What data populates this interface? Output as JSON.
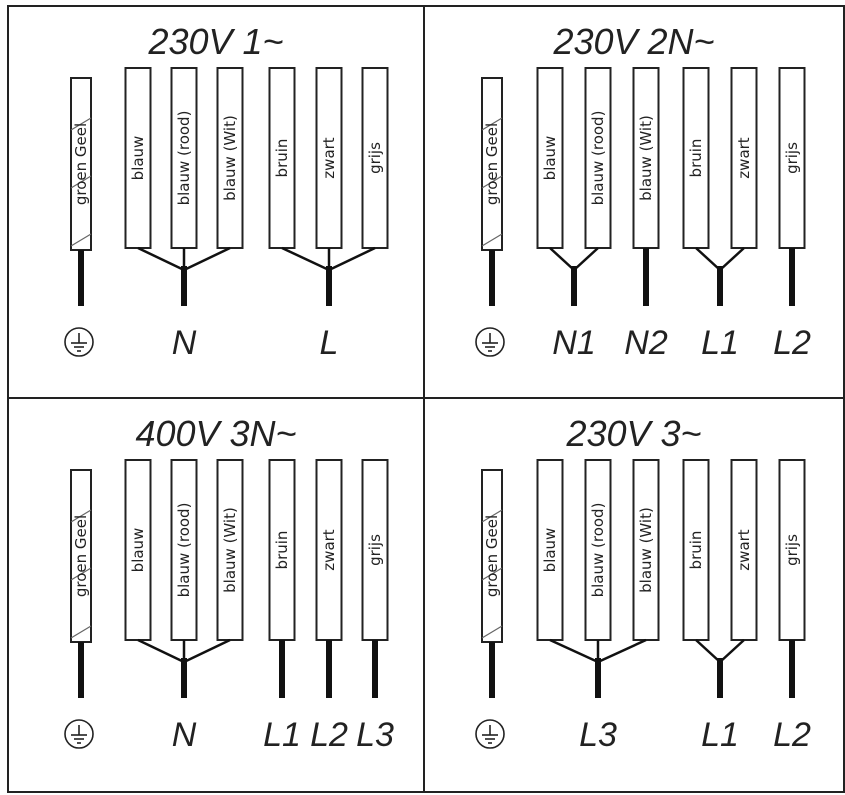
{
  "panels": [
    {
      "title": "230V 1~",
      "wires": [
        "groen Geel",
        "blauw",
        "blauw (rood)",
        "blauw (Wit)",
        "bruin",
        "zwart",
        "grijs"
      ],
      "groups": [
        [
          1,
          2,
          3
        ],
        [
          4,
          5,
          6
        ]
      ],
      "terminals": [
        {
          "label": "N",
          "group": 0
        },
        {
          "label": "L",
          "group": 1
        }
      ]
    },
    {
      "title": "230V 2N~",
      "wires": [
        "groen Geel",
        "blauw",
        "blauw (rood)",
        "blauw (Wit)",
        "bruin",
        "zwart",
        "grijs"
      ],
      "groups": [
        [
          1,
          2
        ],
        [
          3
        ],
        [
          4,
          5
        ],
        [
          6
        ]
      ],
      "terminals": [
        {
          "label": "N1",
          "group": 0
        },
        {
          "label": "N2",
          "group": 1
        },
        {
          "label": "L1",
          "group": 2
        },
        {
          "label": "L2",
          "group": 3
        }
      ]
    },
    {
      "title": "400V 3N~",
      "wires": [
        "groen Geel",
        "blauw",
        "blauw (rood)",
        "blauw (Wit)",
        "bruin",
        "zwart",
        "grijs"
      ],
      "groups": [
        [
          1,
          2,
          3
        ],
        [
          4
        ],
        [
          5
        ],
        [
          6
        ]
      ],
      "terminals": [
        {
          "label": "N",
          "group": 0
        },
        {
          "label": "L1",
          "group": 1
        },
        {
          "label": "L2",
          "group": 2
        },
        {
          "label": "L3",
          "group": 3
        }
      ]
    },
    {
      "title": "230V 3~",
      "wires": [
        "groen Geel",
        "blauw",
        "blauw (rood)",
        "blauw (Wit)",
        "bruin",
        "zwart",
        "grijs"
      ],
      "groups": [
        [
          1,
          2,
          3
        ],
        [
          4,
          5
        ],
        [
          6
        ]
      ],
      "terminals": [
        {
          "label": "L3",
          "group": 0
        },
        {
          "label": "L1",
          "group": 1
        },
        {
          "label": "L2",
          "group": 2
        }
      ]
    }
  ],
  "icons": {
    "ground": "ground-icon"
  }
}
